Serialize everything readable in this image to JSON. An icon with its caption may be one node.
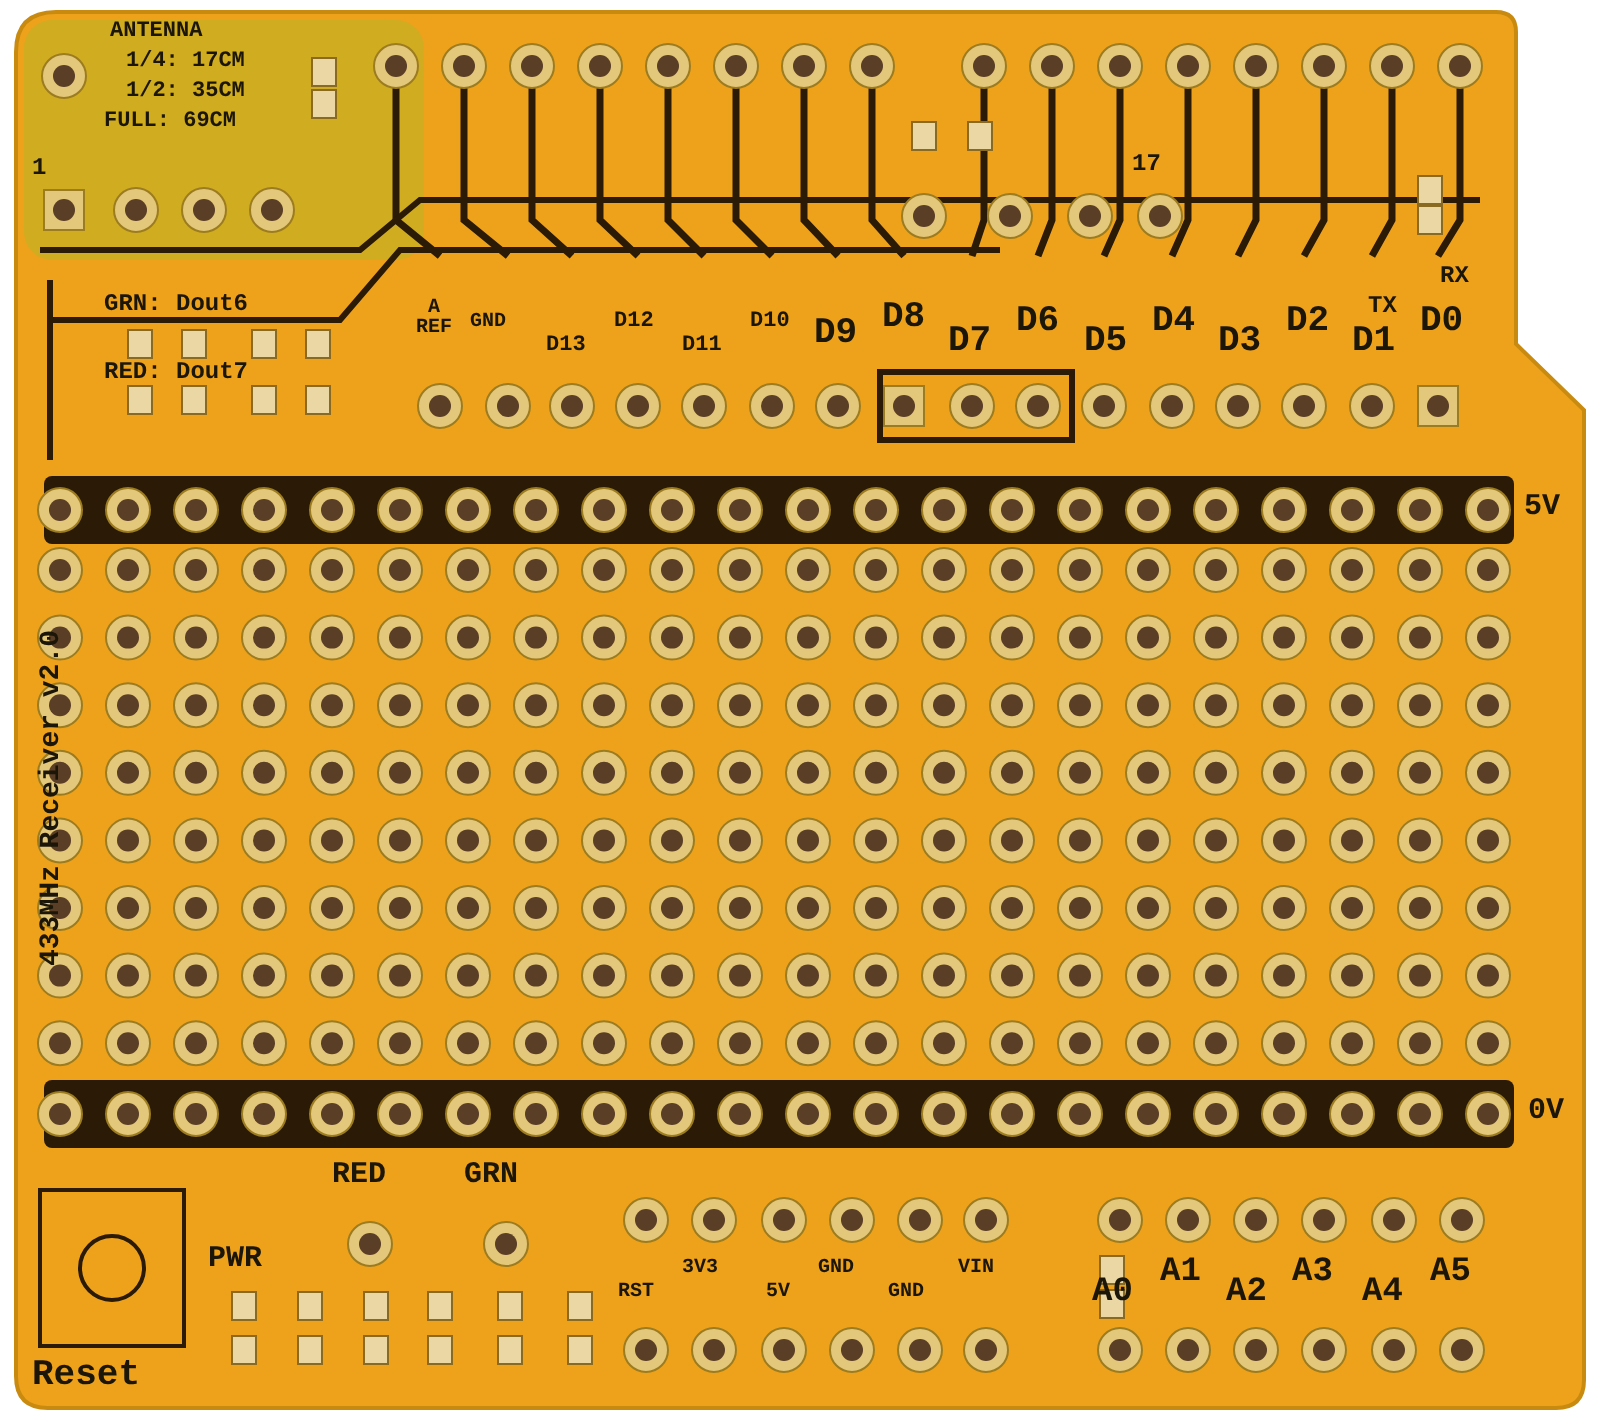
{
  "diagram": {
    "labels": [
      "ANTENNA",
      "1/4: 17CM",
      "1/2: 35CM",
      "FULL: 69CM",
      "1",
      "17",
      "TX",
      "RX",
      "GRN: Dout6",
      "RED: Dout7",
      "A REF",
      "GND",
      "D13",
      "D12",
      "D11",
      "D10",
      "D9",
      "D8",
      "D7",
      "D6",
      "D5",
      "D4",
      "D3",
      "D2",
      "D1",
      "D0",
      "5V",
      "433MHz Receiver v2.0",
      "0V",
      "RED",
      "GRN",
      "PWR",
      "RST",
      "3V3",
      "5V",
      "GND",
      "GND",
      "VIN",
      "A0",
      "A1",
      "A2",
      "A3",
      "A4",
      "A5",
      "Reset"
    ]
  }
}
